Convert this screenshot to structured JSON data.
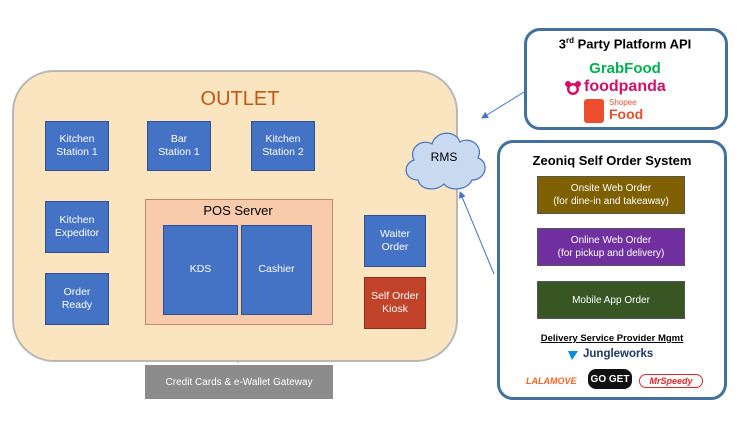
{
  "outlet": {
    "title": "OUTLET"
  },
  "stations": [
    {
      "label": "Kitchen\nStation 1"
    },
    {
      "label": "Bar\nStation 1"
    },
    {
      "label": "Kitchen\nStation 2"
    }
  ],
  "left_boxes": {
    "expeditor": "Kitchen\nExpeditor",
    "ready": "Order\nReady"
  },
  "pos": {
    "title": "POS Server",
    "kds": "KDS",
    "cashier": "Cashier"
  },
  "right_boxes": {
    "waiter": "Waiter\nOrder",
    "kiosk": "Self Order\nKiosk"
  },
  "gateway": "Credit Cards & e-Wallet Gateway",
  "rms": "RMS",
  "api": {
    "title_prefix": "3",
    "title_sup": "rd",
    "title_rest": " Party Platform API",
    "brands": {
      "grab": "GrabFood",
      "foodpanda": "foodpanda",
      "shopee_top": "Shopee",
      "shopee_bottom": "Food"
    }
  },
  "zeoniq": {
    "title": "Zeoniq Self Order System",
    "onsite": "Onsite Web Order\n(for dine-in and takeaway)",
    "online": "Online Web Order\n(for pickup and delivery)",
    "mobile": "Mobile App Order",
    "dsp_title": "Delivery Service Provider Mgmt",
    "providers": {
      "jungle": "Jungleworks",
      "lalamove": "LALAMOVE",
      "goget": "GO GET",
      "mrspeedy": "MrSpeedy"
    }
  },
  "colors": {
    "station_blue": "#4472c4",
    "kiosk_red": "#c0432a",
    "onsite": "#7f6000",
    "online": "#7030a0",
    "mobile": "#375623",
    "panel_border": "#41719c"
  }
}
